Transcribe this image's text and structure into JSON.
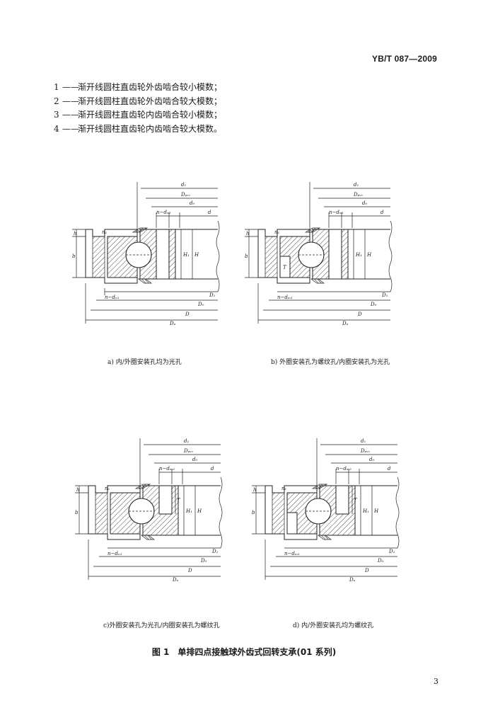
{
  "header": {
    "std_code": "YB/T 087—2009"
  },
  "legend": [
    {
      "num": "1",
      "dash": "——",
      "text": "渐开线圆柱直齿轮外齿啮合较小模数；"
    },
    {
      "num": "2",
      "dash": "——",
      "text": "渐开线圆柱直齿轮外齿啮合较大模数；"
    },
    {
      "num": "3",
      "dash": "——",
      "text": "渐开线圆柱直齿轮内齿啮合较小模数；"
    },
    {
      "num": "4",
      "dash": "——",
      "text": "渐开线圆柱直齿轮内齿啮合较大模数。"
    }
  ],
  "figures": [
    {
      "caption": "a) 内/外圈安装孔均为光孔",
      "labels": {
        "d1": "d₁",
        "dpw": "Dₚᵥᵥ",
        "d0": "d₀",
        "ndn": "n−dₙ₂",
        "d": "d",
        "h": "h",
        "b": "b",
        "n1": "n₁",
        "H1": "H₁",
        "H": "H",
        "nd1": "n−dₙ₁",
        "D1": "D₁",
        "D0": "D₀",
        "D": "D",
        "Da": "Dₐ",
        "T": ""
      }
    },
    {
      "caption": "b) 外圈安装孔为螺纹孔/内圈安装孔为光孔",
      "labels": {
        "d1": "d₁",
        "dpw": "Dₚᵥᵥ",
        "d0": "d₀",
        "ndn": "n−dₙ₂",
        "d": "d",
        "h": "h",
        "b": "b",
        "n1": "n₁",
        "H1": "H₁",
        "H": "H",
        "nd1": "n−dₘ₁",
        "D1": "D₁",
        "D0": "D₀",
        "D": "D",
        "Da": "Dₐ",
        "T": "T"
      }
    },
    {
      "caption": "c)外圈安装孔为光孔/内圈安装孔为螺纹孔",
      "labels": {
        "d1": "d₁",
        "dpw": "Dₚᵥᵥ",
        "d0": "d₀",
        "ndn": "n−dₘ₂",
        "d": "d",
        "h": "h",
        "b": "b",
        "n1": "n₁",
        "H1": "H₁",
        "H": "H",
        "nd1": "n−dₙ₁",
        "D1": "D₁",
        "D0": "D₀",
        "D": "D",
        "Da": "Dₐ",
        "T": "T"
      }
    },
    {
      "caption": "d) 内/外圈安装孔均为螺纹孔",
      "labels": {
        "d1": "d₁",
        "dpw": "Dₚᵥᵥ",
        "d0": "d₀",
        "ndn": "n−dₘ₂",
        "d": "d",
        "h": "h",
        "b": "b",
        "n1": "n₁",
        "H1": "H₁",
        "H": "H",
        "nd1": "n−dₘ₁",
        "D1": "D₁",
        "D0": "D₀",
        "D": "D",
        "Da": "Dₐ",
        "T": "T"
      }
    }
  ],
  "figure_title": "图 1　单排四点接触球外齿式回转支承(01 系列)",
  "page_number": "3"
}
